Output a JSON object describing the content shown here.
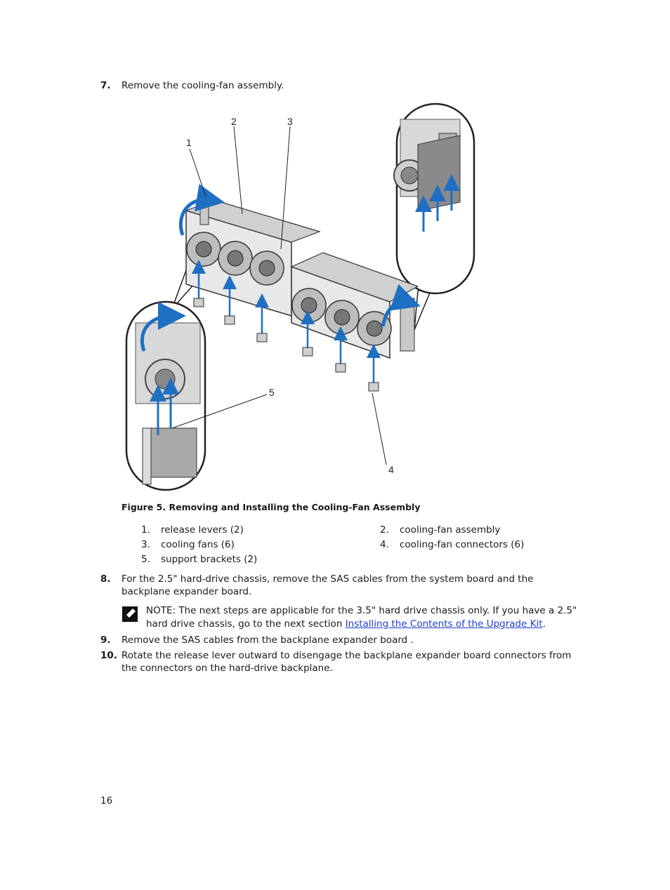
{
  "steps": [
    {
      "num": "7.",
      "text": "Remove the cooling-fan assembly."
    },
    {
      "num": "8.",
      "text": "For the 2.5\" hard-drive chassis, remove the SAS cables from the system board and the backplane expander board."
    },
    {
      "num": "9.",
      "text": "Remove the SAS cables from the backplane expander board ."
    },
    {
      "num": "10.",
      "text": "Rotate the release lever outward to disengage the backplane expander board connectors from the connectors on the hard-drive backplane."
    }
  ],
  "figure": {
    "callouts": [
      "1",
      "2",
      "3",
      "4",
      "5"
    ],
    "caption": "Figure 5. Removing and Installing the Cooling-Fan Assembly"
  },
  "legend": [
    {
      "num": "1.",
      "label": "release levers (2)"
    },
    {
      "num": "2.",
      "label": "cooling-fan assembly"
    },
    {
      "num": "3.",
      "label": "cooling fans (6)"
    },
    {
      "num": "4.",
      "label": "cooling-fan connectors (6)"
    },
    {
      "num": "5.",
      "label": "support brackets (2)"
    }
  ],
  "note": {
    "label": "NOTE:",
    "text_before": " The next steps are applicable for the 3.5\" hard drive chassis only. If you have a 2.5\" hard drive chassis, go to the next section ",
    "link": "Installing the Contents of the Upgrade Kit",
    "text_after": "."
  },
  "page_number": "16",
  "colors": {
    "arrow": "#1f6fc2",
    "link": "#1a3fd0"
  }
}
